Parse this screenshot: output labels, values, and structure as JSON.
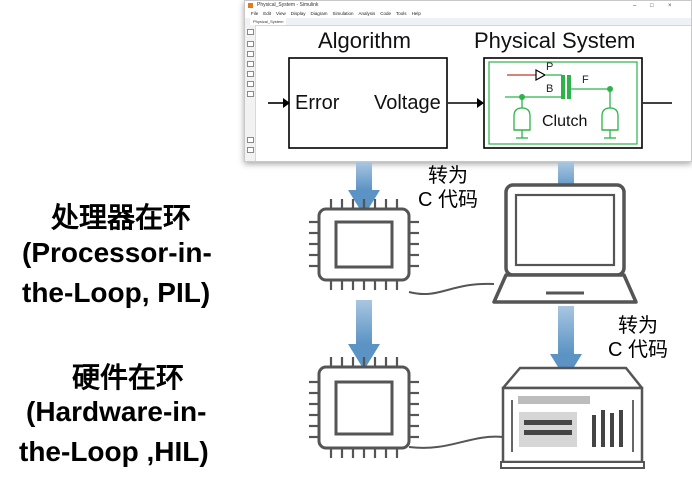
{
  "window": {
    "title": "Physical_System - Simulink",
    "menu": [
      "File",
      "Edit",
      "View",
      "Display",
      "Diagram",
      "Simulation",
      "Analysis",
      "Code",
      "Tools",
      "Help"
    ],
    "tab": "Physical_System",
    "controls": [
      "–",
      "□",
      "×"
    ]
  },
  "model": {
    "algorithm_title": "Algorithm",
    "algorithm_input": "Error",
    "algorithm_output": "Voltage",
    "physical_title": "Physical System",
    "port_p": "P",
    "port_b": "B",
    "port_f": "F",
    "clutch": "Clutch"
  },
  "convert_top": [
    "转为",
    "C 代码"
  ],
  "convert_bottom": [
    "转为",
    "C 代码"
  ],
  "pil": {
    "line1": "处理器在环",
    "line2": "(Processor-in-",
    "line3": "the-Loop, PIL)"
  },
  "hil": {
    "line1": "硬件在环",
    "line2": "(Hardware-in-",
    "line3": "the-Loop ,HIL)"
  },
  "colors": {
    "arrow": "#5b93c4",
    "green": "#2db34a",
    "line": "#222222",
    "chip": "#555555"
  }
}
